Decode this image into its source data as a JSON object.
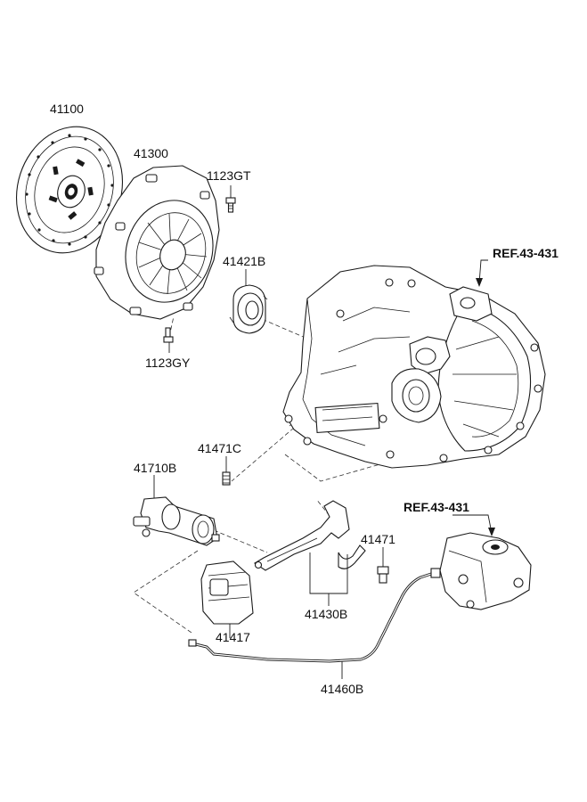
{
  "diagram": {
    "labels": {
      "p41100": "41100",
      "p41300": "41300",
      "p1123GT": "1123GT",
      "p1123GY": "1123GY",
      "p41421B": "41421B",
      "ref_top": "REF.43-431",
      "p41471C": "41471C",
      "p41710B": "41710B",
      "ref_mid": "REF.43-431",
      "p41471": "41471",
      "p41417": "41417",
      "p41430B": "41430B",
      "p41460B": "41460B"
    }
  }
}
